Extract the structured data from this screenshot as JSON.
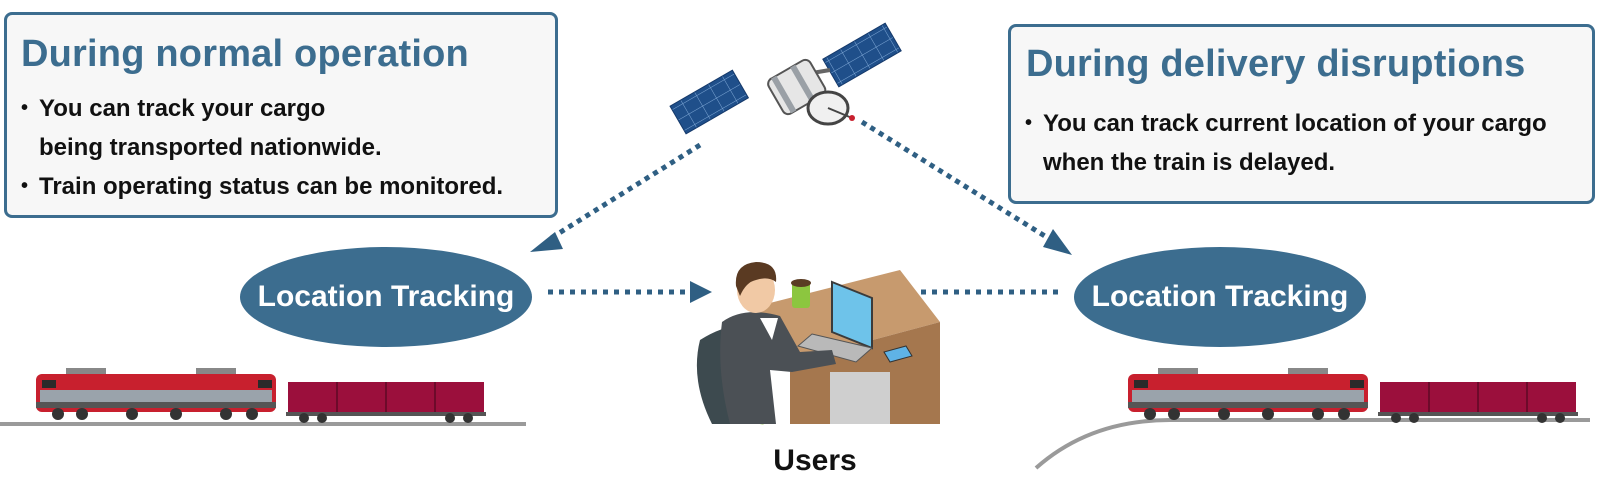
{
  "normal_box": {
    "title": "During normal operation",
    "bullets": [
      "You can track your cargo\nbeing transported nationwide.",
      "Train operating status can be monitored."
    ]
  },
  "disruption_box": {
    "title": "During delivery disruptions",
    "bullets": [
      "You can track current location of your cargo\nwhen the train is delayed."
    ]
  },
  "tracking_left": {
    "label": "Location Tracking"
  },
  "tracking_right": {
    "label": "Location Tracking"
  },
  "users": {
    "label": "Users"
  },
  "colors": {
    "accent": "#3c6d8f",
    "train_red": "#c8202e",
    "container": "#9b0f3c",
    "rail": "#9a9a9a"
  },
  "icons": [
    "satellite-icon",
    "user-at-desk-icon",
    "freight-train-icon"
  ]
}
